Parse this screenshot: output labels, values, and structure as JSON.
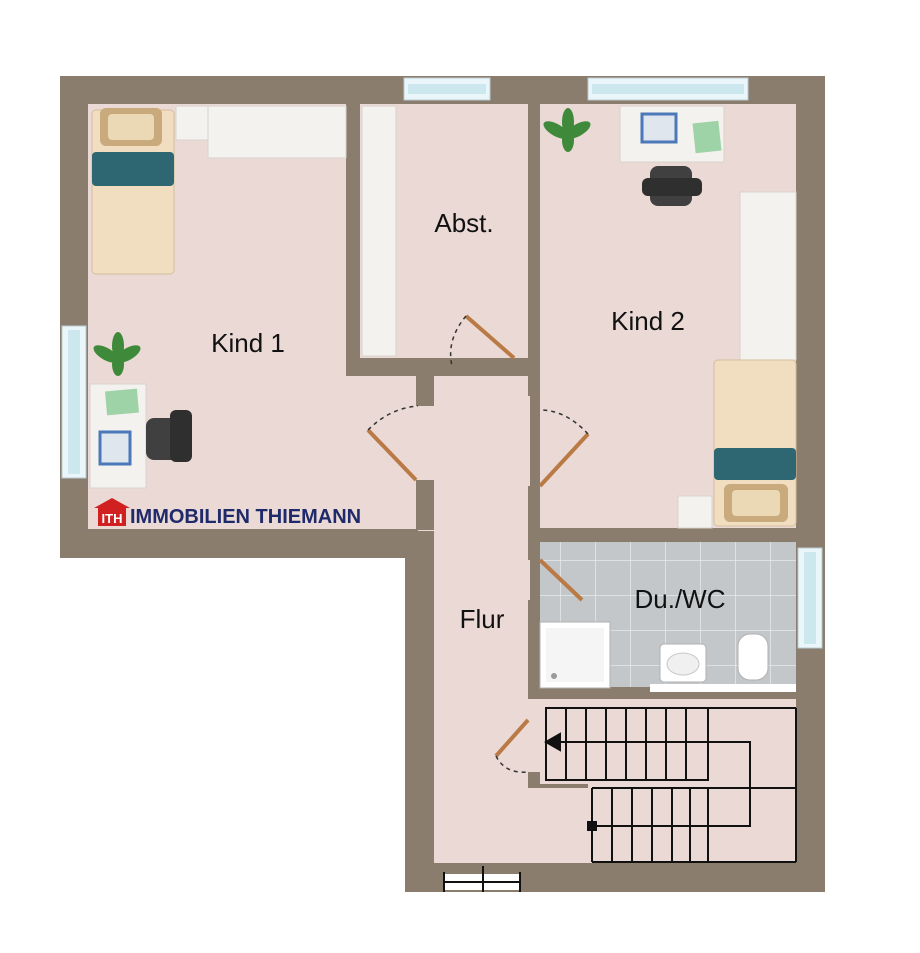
{
  "brand": {
    "logo_letters": "ITH",
    "name": "IMMOBILIEN THIEMANN",
    "colors": {
      "logo": "#d02020",
      "text": "#1f2a6b"
    }
  },
  "rooms": {
    "kind1": {
      "label": "Kind 1"
    },
    "abst": {
      "label": "Abst."
    },
    "kind2": {
      "label": "Kind 2"
    },
    "flur": {
      "label": "Flur"
    },
    "bad": {
      "label": "Du./WC"
    }
  },
  "colors": {
    "wall": "#8a7d6d",
    "floor": "#ead9d4",
    "tile": "#c3c7ca",
    "tile_line": "#e8eaeb",
    "window": "#cde7ee",
    "door": "#b97a45",
    "bed_blanket": "#f1ddbf",
    "bed_teal": "#2e6772",
    "pillow": "#c8aa7c",
    "furniture": "#f4f2ee",
    "plant": "#3f8a3a",
    "chair": "#404040",
    "laptop": "#4a78b8",
    "paper": "#9ed3a8"
  },
  "icons": [
    "bed-icon",
    "desk-icon",
    "chair-icon",
    "laptop-icon",
    "plant-icon",
    "shower-icon",
    "sink-icon",
    "toilet-icon",
    "stairs-icon",
    "window-icon",
    "door-icon"
  ]
}
